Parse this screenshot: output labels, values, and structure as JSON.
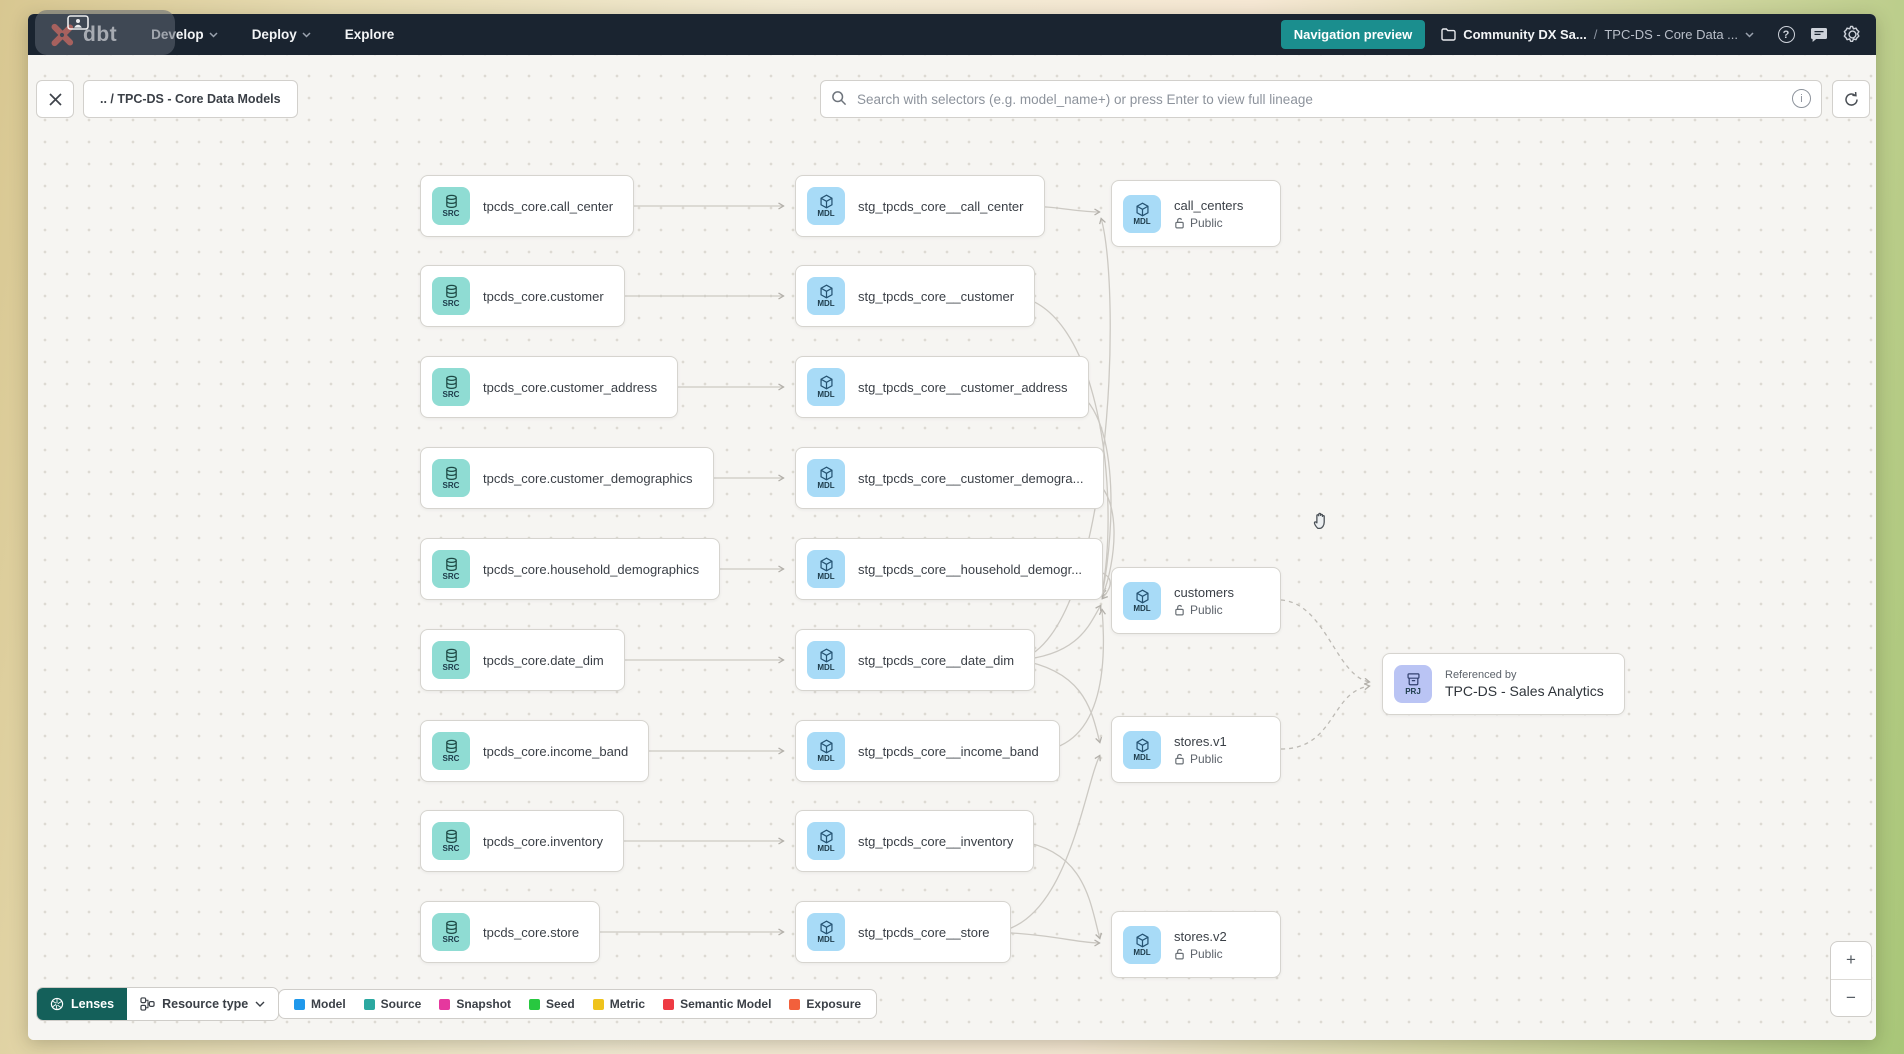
{
  "nav": {
    "brand": "dbt",
    "links": [
      {
        "label": "Develop"
      },
      {
        "label": "Deploy"
      },
      {
        "label": "Explore"
      }
    ],
    "preview_button": "Navigation preview",
    "breadcrumb": {
      "project": "Community DX Sa...",
      "separator": "/",
      "page": "TPC-DS - Core Data ..."
    }
  },
  "toolbar": {
    "breadcrumb_chip": ".. / TPC-DS - Core Data Models",
    "search_placeholder": "Search with selectors (e.g. model_name+) or press Enter to view full lineage"
  },
  "graph": {
    "badges": {
      "src": "SRC",
      "mdl": "MDL",
      "prj": "PRJ"
    },
    "sources": [
      {
        "label": "tpcds_core.call_center"
      },
      {
        "label": "tpcds_core.customer"
      },
      {
        "label": "tpcds_core.customer_address"
      },
      {
        "label": "tpcds_core.customer_demographics"
      },
      {
        "label": "tpcds_core.household_demographics"
      },
      {
        "label": "tpcds_core.date_dim"
      },
      {
        "label": "tpcds_core.income_band"
      },
      {
        "label": "tpcds_core.inventory"
      },
      {
        "label": "tpcds_core.store"
      }
    ],
    "staging": [
      {
        "label": "stg_tpcds_core__call_center"
      },
      {
        "label": "stg_tpcds_core__customer"
      },
      {
        "label": "stg_tpcds_core__customer_address"
      },
      {
        "label": "stg_tpcds_core__customer_demogra..."
      },
      {
        "label": "stg_tpcds_core__household_demogr..."
      },
      {
        "label": "stg_tpcds_core__date_dim"
      },
      {
        "label": "stg_tpcds_core__income_band"
      },
      {
        "label": "stg_tpcds_core__inventory"
      },
      {
        "label": "stg_tpcds_core__store"
      }
    ],
    "public_models": [
      {
        "label": "call_centers",
        "access": "Public"
      },
      {
        "label": "customers",
        "access": "Public"
      },
      {
        "label": "stores.v1",
        "access": "Public"
      },
      {
        "label": "stores.v2",
        "access": "Public"
      }
    ],
    "project": {
      "note": "Referenced by",
      "label": "TPC-DS - Sales Analytics"
    }
  },
  "legend": {
    "lenses_label": "Lenses",
    "resource_type_label": "Resource type",
    "items": [
      {
        "label": "Model",
        "color": "#1f98eb"
      },
      {
        "label": "Source",
        "color": "#2ba8a0"
      },
      {
        "label": "Snapshot",
        "color": "#e5389e"
      },
      {
        "label": "Seed",
        "color": "#28c840"
      },
      {
        "label": "Metric",
        "color": "#efc31c"
      },
      {
        "label": "Semantic Model",
        "color": "#ee3a43"
      },
      {
        "label": "Exposure",
        "color": "#f2603c"
      }
    ]
  },
  "zoom_controls": {
    "zoom_in": "+",
    "zoom_out": "−"
  },
  "colors": {
    "accent_teal": "#1b8e8e",
    "lenses_bg": "#14605a",
    "src_icon_bg": "#8fdcd3",
    "mdl_icon_bg": "#a8dbf7",
    "prj_icon_bg": "#bac4f4",
    "nav_bg": "#1a2430",
    "brand_orange": "#ff5c45"
  }
}
